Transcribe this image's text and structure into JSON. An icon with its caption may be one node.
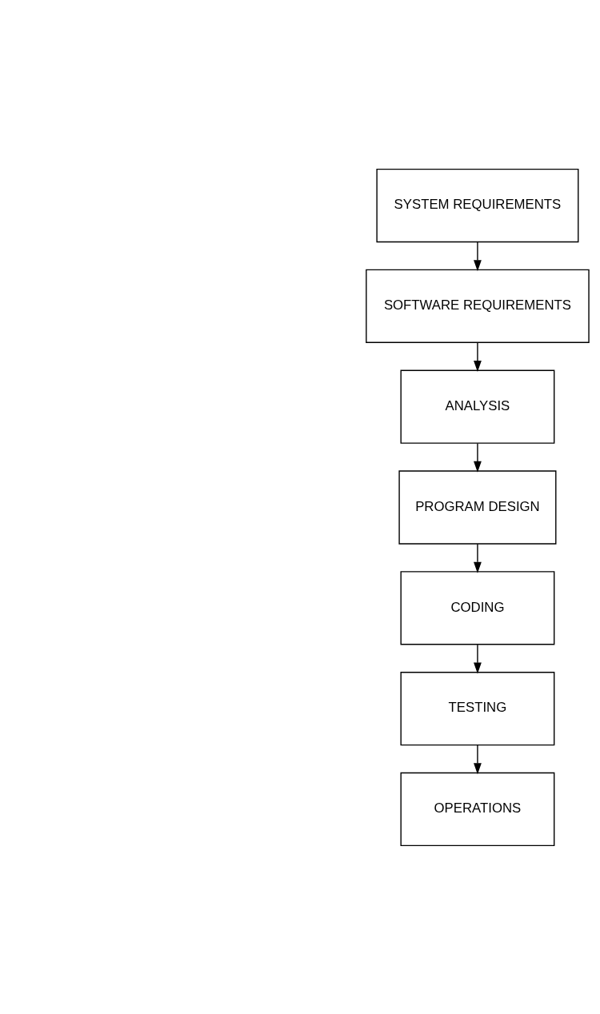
{
  "diagram": {
    "nodes": [
      {
        "text": [
          "SYSTEM REQUIREMENTS"
        ]
      },
      {
        "text": [
          "SOFTWARE REQUIREMENTS"
        ]
      },
      {
        "text": [
          "ANALYSIS"
        ]
      },
      {
        "text": [
          "PROGRAM DESIGN"
        ]
      },
      {
        "text": [
          "CODING"
        ]
      },
      {
        "text": [
          "TESTING"
        ]
      },
      {
        "text": [
          "OPERATIONS"
        ]
      }
    ],
    "edges": [
      {
        "from": 0,
        "to": 1,
        "arrow": "to"
      },
      {
        "from": 1,
        "to": 2,
        "arrow": "to"
      },
      {
        "from": 2,
        "to": 3,
        "arrow": "to"
      },
      {
        "from": 3,
        "to": 4,
        "arrow": "to"
      },
      {
        "from": 4,
        "to": 5,
        "arrow": "to"
      },
      {
        "from": 5,
        "to": 6,
        "arrow": "to"
      }
    ]
  }
}
